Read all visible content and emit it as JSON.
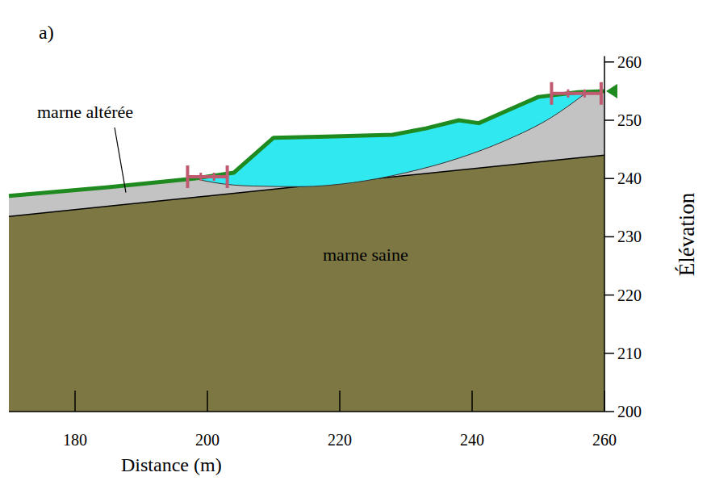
{
  "diagram": {
    "labels": [
      "a)",
      "marne altérée",
      "marne saine",
      "180",
      "200",
      "220",
      "240",
      "260",
      "260",
      "250",
      "240",
      "230",
      "220",
      "210",
      "200",
      "Élévation",
      "Distance (m)"
    ]
  }
}
